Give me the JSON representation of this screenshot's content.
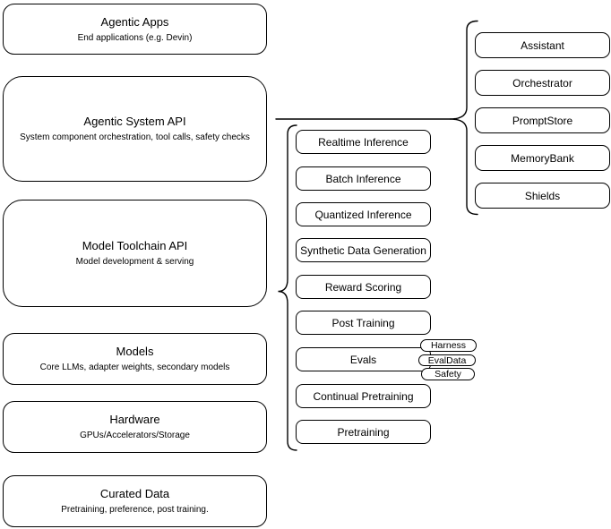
{
  "colors": {
    "background": "#ffffff",
    "stroke": "#000000",
    "text": "#000000"
  },
  "left_column": [
    {
      "title": "Agentic Apps",
      "subtitle": "End applications (e.g. Devin)"
    },
    {
      "title": "Agentic System API",
      "subtitle": "System component orchestration, tool calls, safety checks"
    },
    {
      "title": "Model Toolchain API",
      "subtitle": "Model development & serving"
    },
    {
      "title": "Models",
      "subtitle": "Core LLMs, adapter weights, secondary models"
    },
    {
      "title": "Hardware",
      "subtitle": "GPUs/Accelerators/Storage"
    },
    {
      "title": "Curated Data",
      "subtitle": "Pretraining, preference, post training."
    }
  ],
  "middle_column": [
    "Realtime Inference",
    "Batch Inference",
    "Quantized Inference",
    "Synthetic Data Generation",
    "Reward Scoring",
    "Post Training",
    "Evals",
    "Continual Pretraining",
    "Pretraining"
  ],
  "evals_tags": [
    "Harness",
    "EvalData",
    "Safety"
  ],
  "right_column": [
    "Assistant",
    "Orchestrator",
    "PromptStore",
    "MemoryBank",
    "Shields"
  ]
}
